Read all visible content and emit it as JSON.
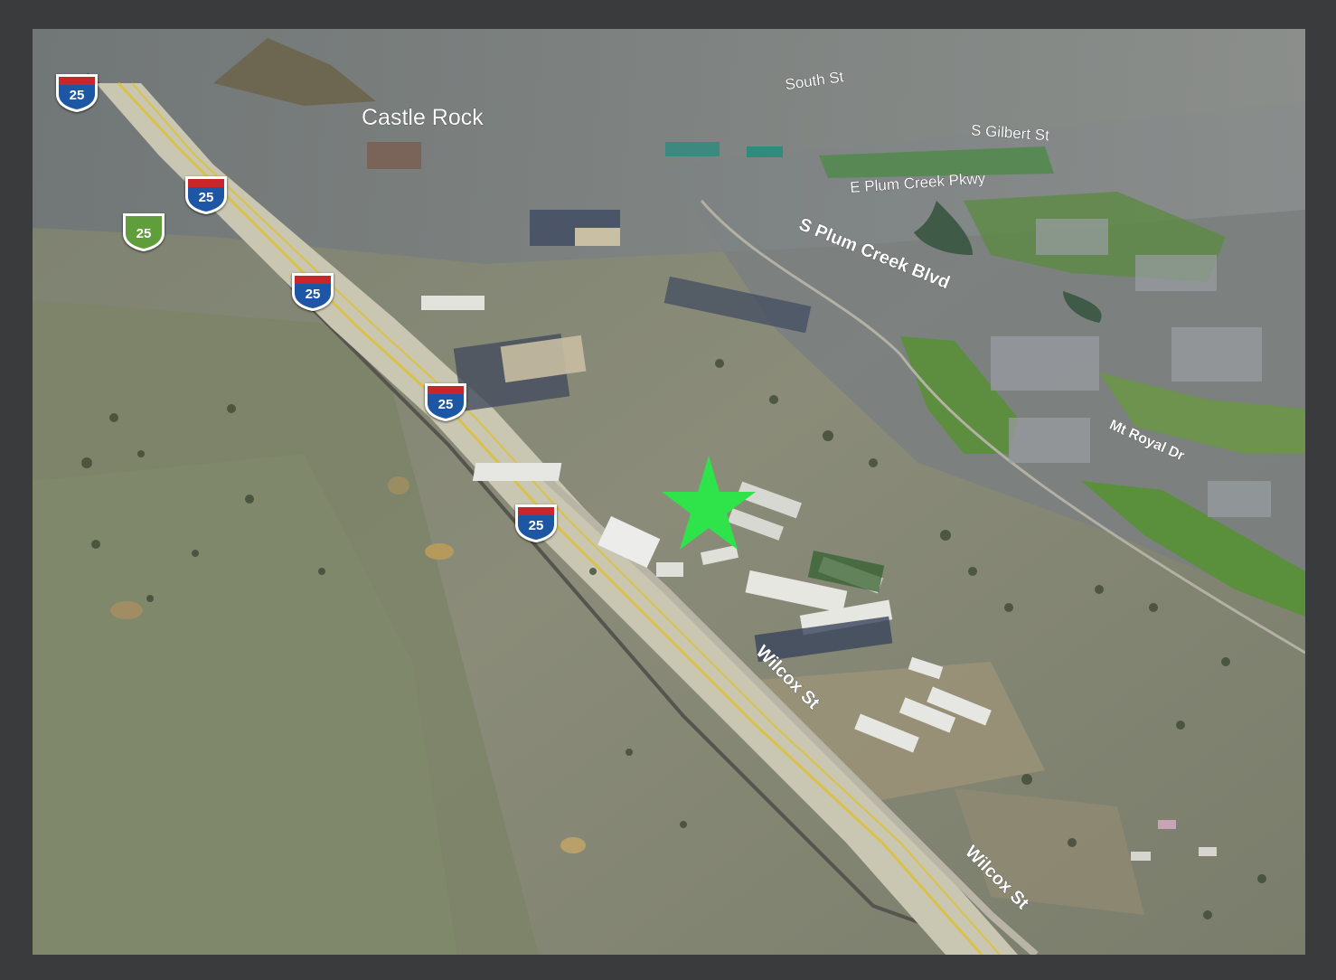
{
  "map": {
    "view": "3D aerial satellite view",
    "city_label": "Castle Rock",
    "streets": [
      {
        "id": "south-st",
        "label": "South St"
      },
      {
        "id": "s-gilbert-st",
        "label": "S Gilbert St"
      },
      {
        "id": "e-plum-creek-pkwy",
        "label": "E Plum Creek Pkwy"
      },
      {
        "id": "s-plum-creek-blvd",
        "label": "S Plum Creek Blvd"
      },
      {
        "id": "mt-royal-dr",
        "label": "Mt Royal Dr"
      },
      {
        "id": "wilcox-st-upper",
        "label": "Wilcox St"
      },
      {
        "id": "wilcox-st-lower",
        "label": "Wilcox St"
      }
    ],
    "route_shields": [
      {
        "id": "i25-a",
        "label": "25",
        "type": "interstate"
      },
      {
        "id": "i25-b",
        "label": "25",
        "type": "interstate"
      },
      {
        "id": "i25-c",
        "label": "25",
        "type": "interstate"
      },
      {
        "id": "i25-d",
        "label": "25",
        "type": "interstate"
      },
      {
        "id": "i25-e",
        "label": "25",
        "type": "interstate"
      },
      {
        "id": "bl25",
        "label": "25",
        "type": "business-loop"
      }
    ],
    "marker": {
      "icon": "star-marker-icon",
      "color": "#2fe34a"
    },
    "colors": {
      "interstate_blue": "#1d56a5",
      "interstate_red": "#c8262c",
      "business_green": "#5f9e3b",
      "label_white": "#ffffff"
    }
  }
}
